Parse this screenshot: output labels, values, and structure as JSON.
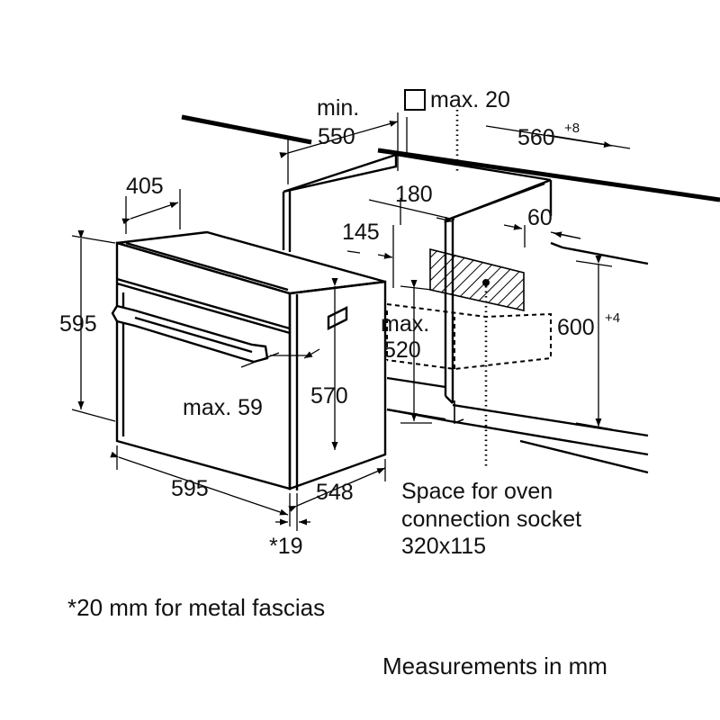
{
  "diagram": {
    "subject": "Built-in oven installation dimensions",
    "units": "mm",
    "labels": {
      "min_label": "min.",
      "min_value": "550",
      "socket_max": "max. 20",
      "cabinet_width": "560",
      "cabinet_width_tol": "+8",
      "depth_405": "405",
      "dim_180": "180",
      "dim_145": "145",
      "dim_60": "60",
      "oven_height": "595",
      "niche_height": "600",
      "niche_height_tol": "+4",
      "max_label": "max.",
      "max_520": "520",
      "dim_570": "570",
      "max_59": "max. 59",
      "oven_width": "595",
      "oven_depth": "548",
      "footnote_ref": "*19"
    },
    "socket_note": [
      "Space for oven",
      "connection socket",
      "320x115"
    ],
    "footnote": "*20 mm for metal fascias",
    "units_note": "Measurements in mm"
  }
}
